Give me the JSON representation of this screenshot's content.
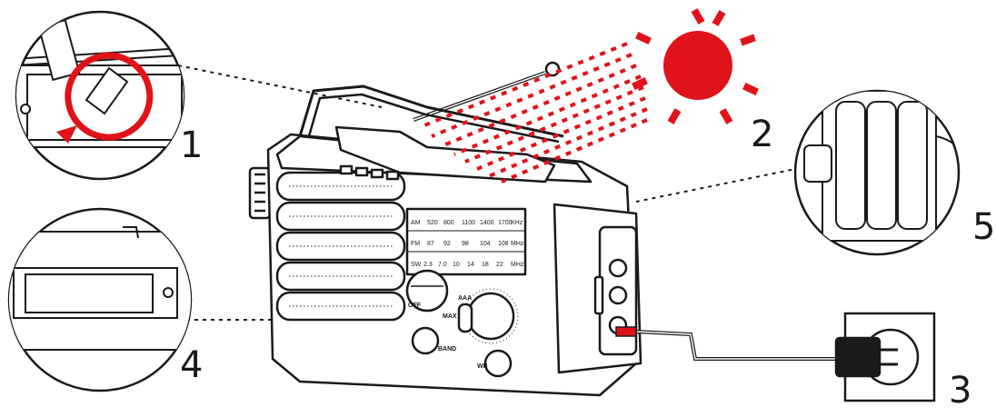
{
  "step_labels": {
    "s1": "1",
    "s2": "2",
    "s3": "3",
    "s4": "4",
    "s5": "5"
  },
  "dial": {
    "am": {
      "label": "AM",
      "values": [
        "520",
        "800",
        "1100",
        "1400",
        "1700"
      ],
      "unit": "KHz"
    },
    "fm": {
      "label": "FM",
      "values": [
        "87",
        "92",
        "98",
        "104",
        "108"
      ],
      "unit": "MHz"
    },
    "sw": {
      "label": "SW",
      "values": [
        "2.3",
        "7.0",
        "10",
        "14",
        "18",
        "22"
      ],
      "unit": "MHz"
    }
  },
  "knob_labels": {
    "off": "OFF",
    "max": "MAX",
    "band": "BAND",
    "wb": "WB",
    "aaa": "AAA"
  },
  "colors": {
    "accent_red": "#e0131a",
    "line": "#1a1a1a"
  }
}
